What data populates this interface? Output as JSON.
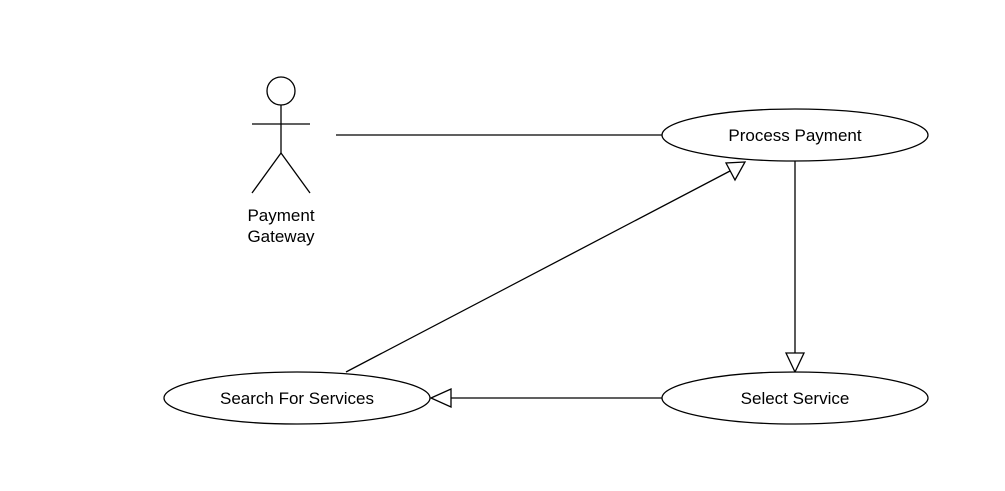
{
  "diagram": {
    "type": "use-case",
    "actors": [
      {
        "id": "payment_gateway",
        "label_line1": "Payment",
        "label_line2": "Gateway"
      }
    ],
    "use_cases": [
      {
        "id": "process_payment",
        "label": "Process Payment"
      },
      {
        "id": "select_service",
        "label": "Select Service"
      },
      {
        "id": "search_for_services",
        "label": "Search For Services"
      }
    ],
    "relations": [
      {
        "from": "payment_gateway",
        "to": "process_payment",
        "kind": "association"
      },
      {
        "from": "process_payment",
        "to": "select_service",
        "kind": "generalization"
      },
      {
        "from": "select_service",
        "to": "search_for_services",
        "kind": "generalization"
      },
      {
        "from": "search_for_services",
        "to": "process_payment",
        "kind": "generalization"
      }
    ]
  },
  "colors": {
    "line": "#000000",
    "background": "#ffffff"
  }
}
